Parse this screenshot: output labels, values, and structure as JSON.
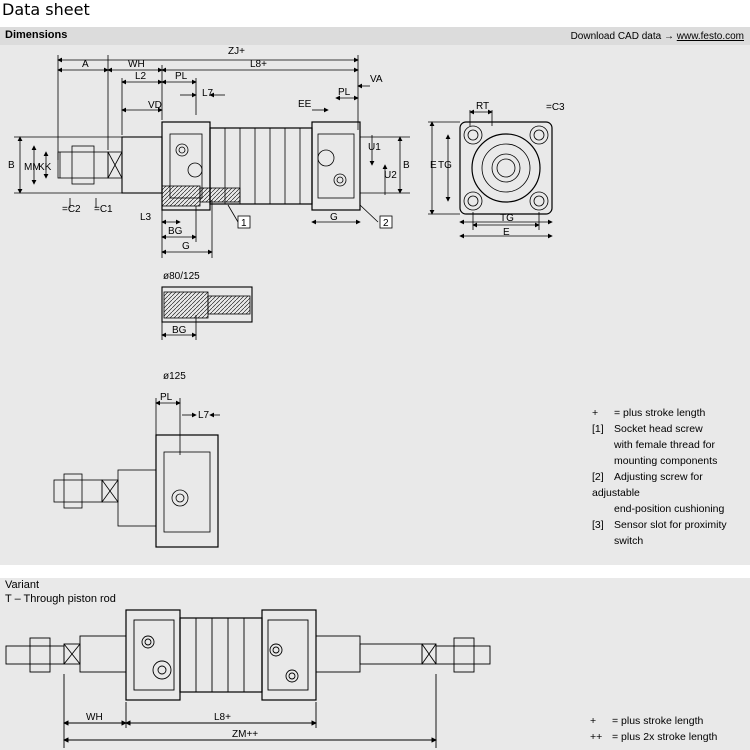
{
  "page": {
    "title": "Data sheet",
    "dimensions_heading": "Dimensions",
    "cad_prefix": "Download CAD data",
    "cad_arrow": "→",
    "cad_link": "www.festo.com"
  },
  "drawing": {
    "labels": {
      "A": "A",
      "WH": "WH",
      "ZJ": "ZJ+",
      "L8": "L8+",
      "L2": "L2",
      "PL": "PL",
      "L7": "L7",
      "VD": "VD",
      "EE": "EE",
      "VA": "VA",
      "B": "B",
      "MM": "MM",
      "KK": "KK",
      "C2": "=C2",
      "C1": "=C1",
      "L3": "L3",
      "BG": "BG",
      "G": "G",
      "U1": "U1",
      "U2": "U2",
      "RT": "RT",
      "TG": "TG",
      "E": "E",
      "C3": "=C3",
      "n1": "1",
      "n2": "2"
    },
    "detail1_title": "ø80/125",
    "detail2_title": "ø125"
  },
  "legend": [
    {
      "key": "+",
      "text": "= plus stroke length"
    },
    {
      "key": "[1]",
      "text": "Socket head screw"
    },
    {
      "key": "",
      "text": "with female thread for"
    },
    {
      "key": "",
      "text": "mounting components"
    },
    {
      "key": "[2]",
      "text": "Adjusting screw for adjustable"
    },
    {
      "key": "",
      "text": "end-position cushioning"
    },
    {
      "key": "[3]",
      "text": "Sensor slot for proximity"
    },
    {
      "key": "",
      "text": "switch"
    }
  ],
  "variant": {
    "heading": "Variant",
    "subtitle": "T – Through piston rod",
    "labels": {
      "WH": "WH",
      "L8": "L8+",
      "ZM": "ZM++"
    },
    "legend": [
      {
        "key": "+",
        "text": "= plus stroke length"
      },
      {
        "key": "++",
        "text": "= plus 2x stroke length"
      }
    ]
  }
}
